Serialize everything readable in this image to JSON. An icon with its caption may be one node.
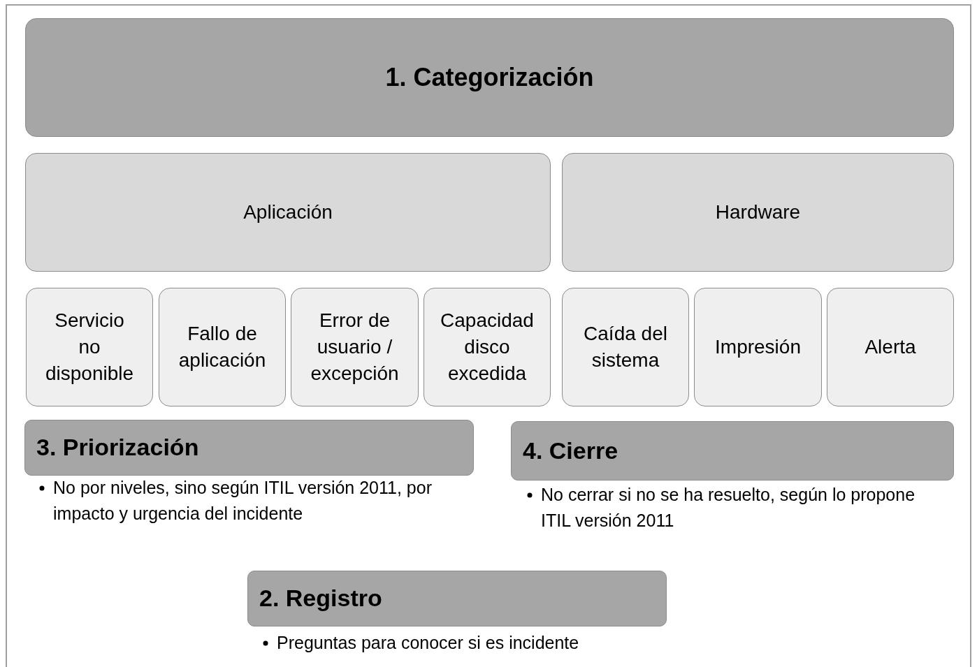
{
  "diagram": {
    "nodes": [
      {
        "text": [
          "1. Categorización"
        ]
      },
      {
        "text": [
          "Aplicación"
        ]
      },
      {
        "text": [
          "Hardware"
        ]
      },
      {
        "text": [
          "Servicio no disponible"
        ]
      },
      {
        "text": [
          "Fallo de aplicación"
        ]
      },
      {
        "text": [
          "Error de usuario / excepción"
        ]
      },
      {
        "text": [
          "Capacidad disco excedida"
        ]
      },
      {
        "text": [
          "Caída del sistema"
        ]
      },
      {
        "text": [
          "Impresión"
        ]
      },
      {
        "text": [
          "Alerta"
        ]
      },
      {
        "text": [
          "3. Priorización"
        ],
        "beside": [
          "No por niveles, sino según ITIL versión 2011, por impacto y urgencia del incidente"
        ]
      },
      {
        "text": [
          "4. Cierre"
        ],
        "beside": [
          "No cerrar si no se ha resuelto, según lo propone ITIL versión 2011"
        ]
      },
      {
        "text": [
          "2. Registro"
        ],
        "beside": [
          "Preguntas para conocer si es incidente"
        ]
      }
    ],
    "edges": []
  }
}
